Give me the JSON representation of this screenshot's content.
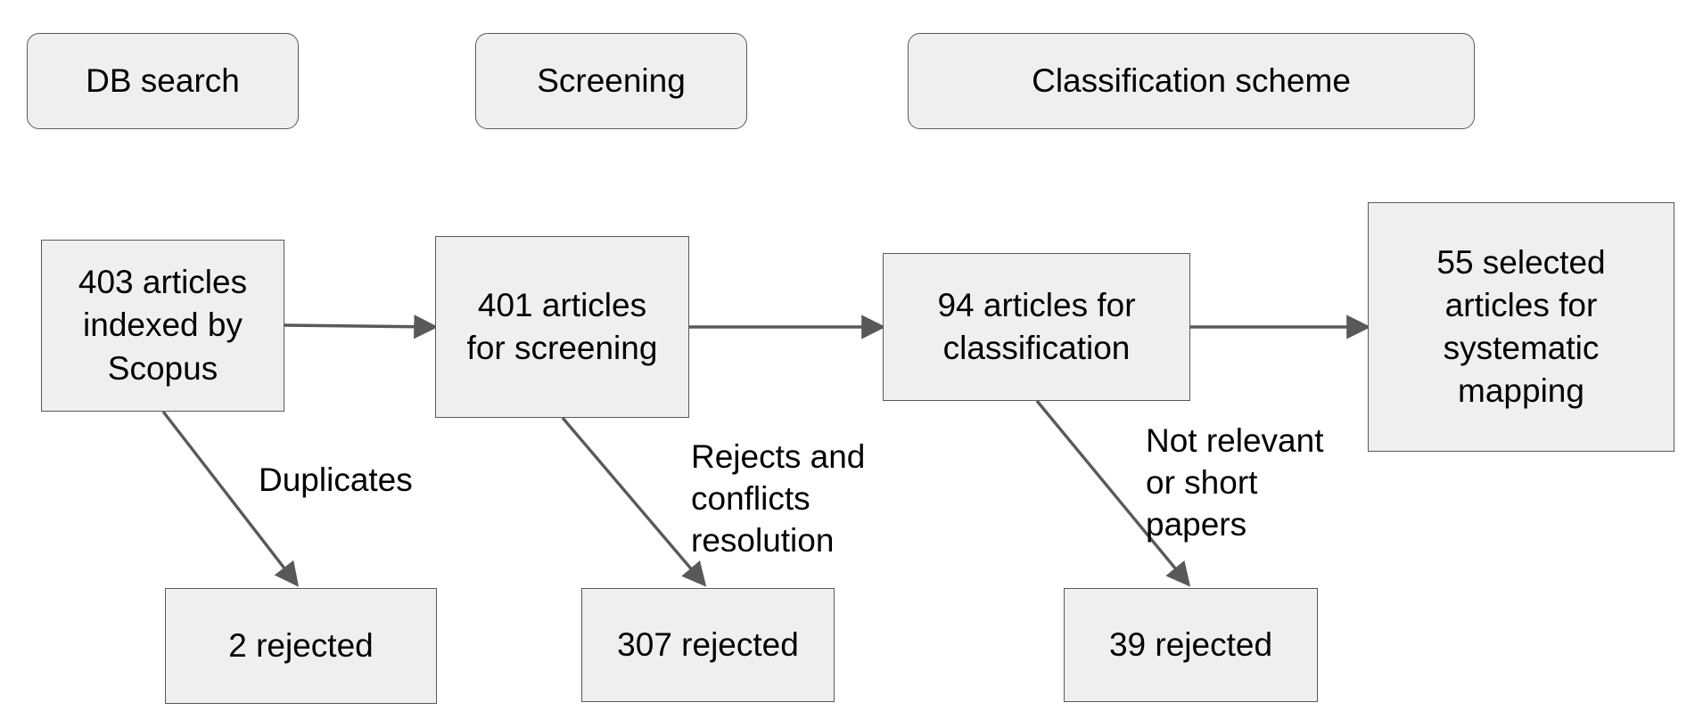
{
  "phases": {
    "db_search": "DB search",
    "screening": "Screening",
    "classification": "Classification scheme"
  },
  "boxes": {
    "indexed": "403 articles\nindexed by\nScopus",
    "for_screening": "401 articles\nfor screening",
    "for_classification": "94 articles for\nclassification",
    "selected": "55 selected\narticles for\nsystematic\nmapping",
    "rejected_duplicates": "2 rejected",
    "rejected_screening": "307 rejected",
    "rejected_classification": "39 rejected"
  },
  "edge_labels": {
    "duplicates": "Duplicates",
    "rejects_conflicts": "Rejects and\nconflicts\nresolution",
    "not_relevant": "Not relevant\nor short\npapers"
  },
  "colors": {
    "fill": "#efefef",
    "stroke": "#595959"
  }
}
